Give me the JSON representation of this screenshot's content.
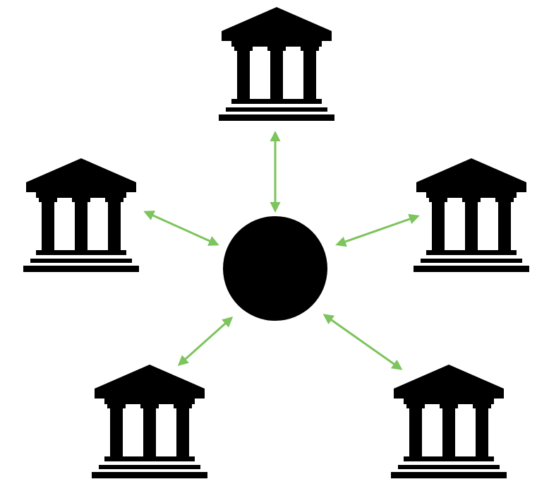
{
  "diagram": {
    "hub": {
      "icon": "filled-circle",
      "color": "#000000"
    },
    "nodes": [
      {
        "id": "top",
        "icon": "bank-building-icon",
        "connection": "bidirectional"
      },
      {
        "id": "left",
        "icon": "bank-building-icon",
        "connection": "bidirectional"
      },
      {
        "id": "right",
        "icon": "bank-building-icon",
        "connection": "bidirectional"
      },
      {
        "id": "bottom-left",
        "icon": "bank-building-icon",
        "connection": "bidirectional"
      },
      {
        "id": "bottom-right",
        "icon": "bank-building-icon",
        "connection": "bidirectional"
      }
    ],
    "colors": {
      "icon": "#000000",
      "arrow": "#7cc45c",
      "background": "#ffffff"
    }
  }
}
